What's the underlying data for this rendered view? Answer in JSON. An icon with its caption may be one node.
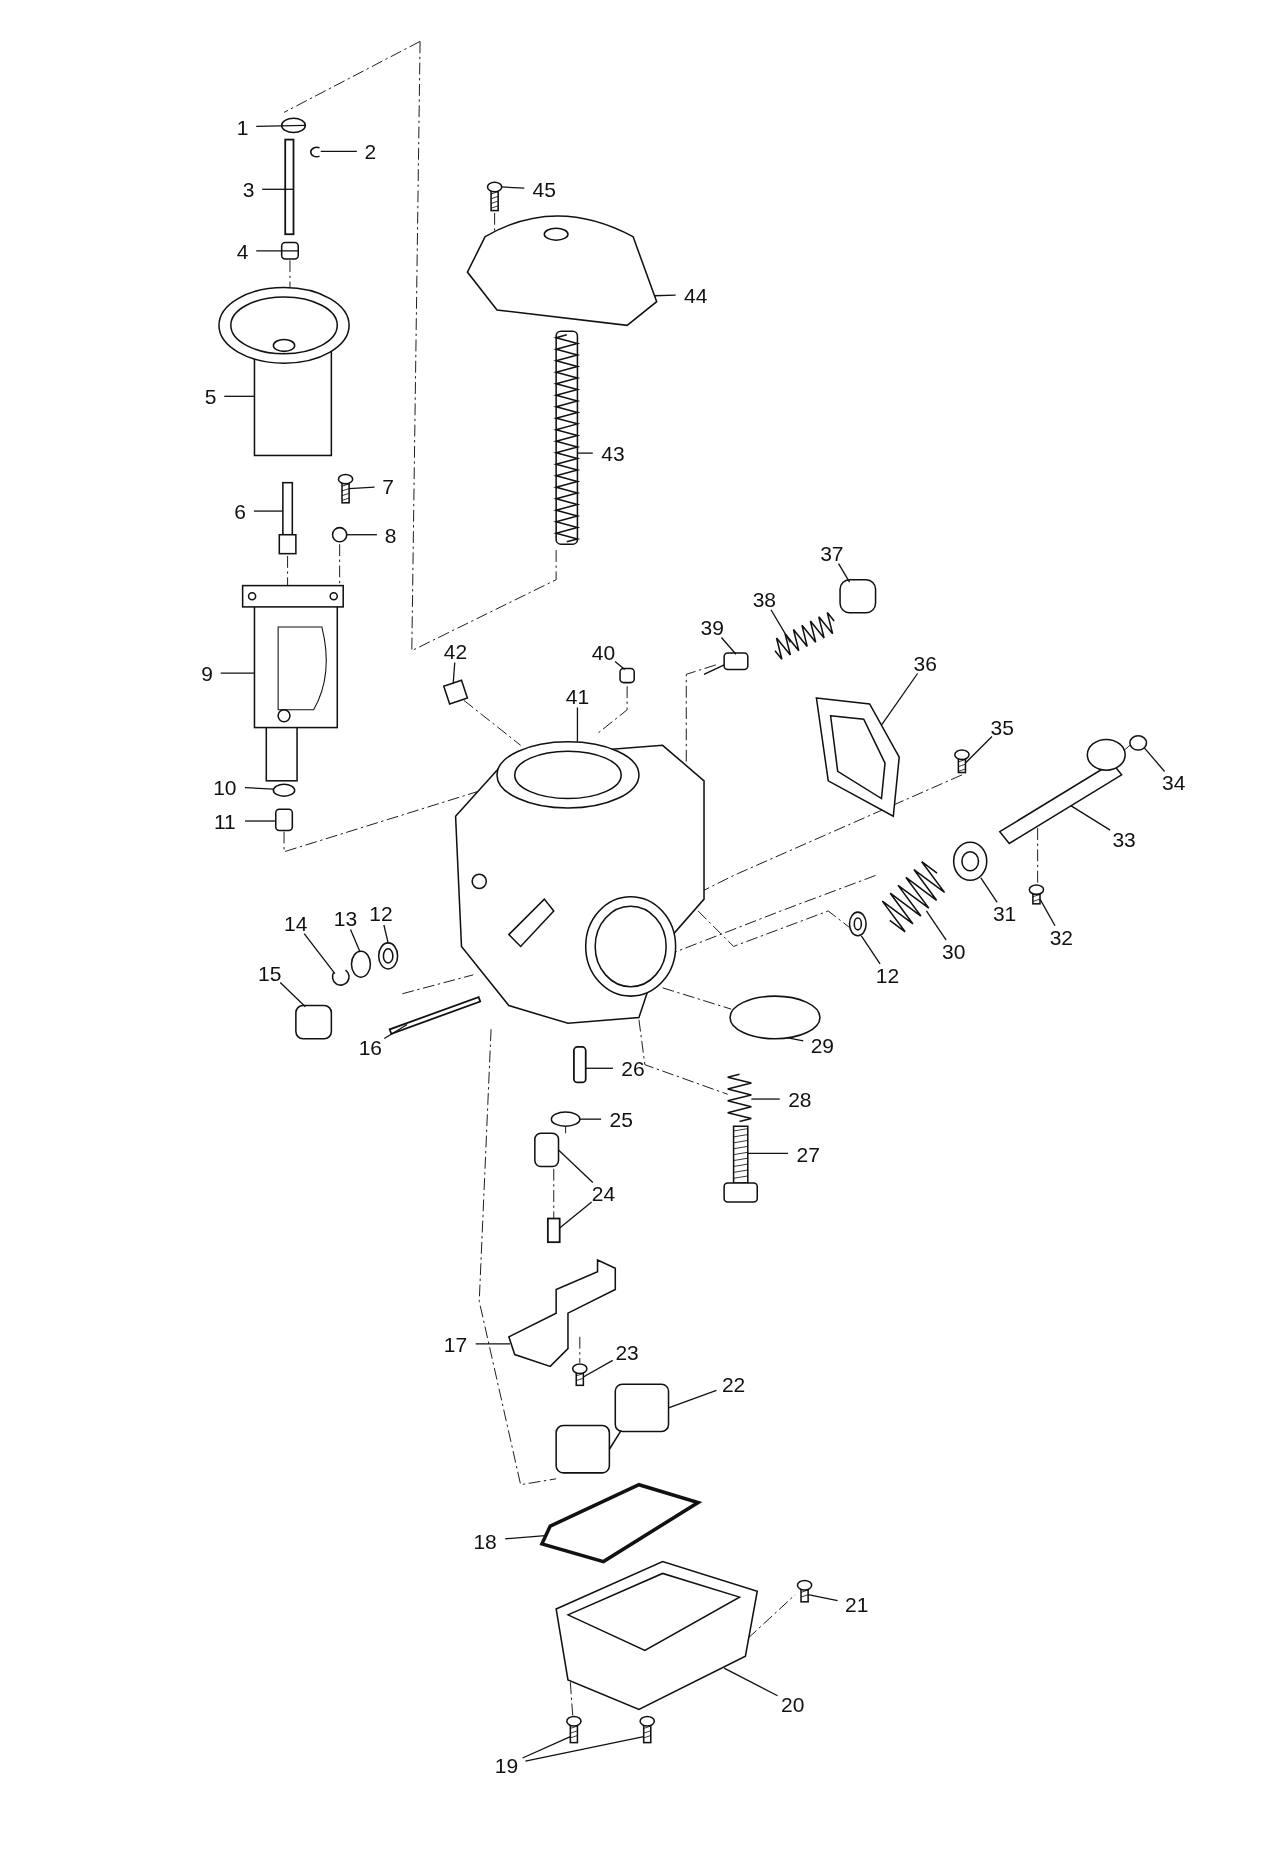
{
  "diagram": {
    "nodes": [
      {
        "text": [
          "1"
        ]
      },
      {
        "text": [
          "2"
        ]
      },
      {
        "text": [
          "3"
        ]
      },
      {
        "text": [
          "4"
        ]
      },
      {
        "text": [
          "5"
        ]
      },
      {
        "text": [
          "6"
        ]
      },
      {
        "text": [
          "7"
        ]
      },
      {
        "text": [
          "8"
        ]
      },
      {
        "text": [
          "9"
        ]
      },
      {
        "text": [
          "10"
        ]
      },
      {
        "text": [
          "11"
        ]
      },
      {
        "text": [
          "12"
        ]
      },
      {
        "text": [
          "12"
        ]
      },
      {
        "text": [
          "13"
        ]
      },
      {
        "text": [
          "14"
        ]
      },
      {
        "text": [
          "15"
        ]
      },
      {
        "text": [
          "16"
        ]
      },
      {
        "text": [
          "17"
        ]
      },
      {
        "text": [
          "18"
        ]
      },
      {
        "text": [
          "19"
        ]
      },
      {
        "text": [
          "20"
        ]
      },
      {
        "text": [
          "21"
        ]
      },
      {
        "text": [
          "22"
        ]
      },
      {
        "text": [
          "23"
        ]
      },
      {
        "text": [
          "24"
        ]
      },
      {
        "text": [
          "25"
        ]
      },
      {
        "text": [
          "26"
        ]
      },
      {
        "text": [
          "27"
        ]
      },
      {
        "text": [
          "28"
        ]
      },
      {
        "text": [
          "29"
        ]
      },
      {
        "text": [
          "30"
        ]
      },
      {
        "text": [
          "31"
        ]
      },
      {
        "text": [
          "32"
        ]
      },
      {
        "text": [
          "33"
        ]
      },
      {
        "text": [
          "34"
        ]
      },
      {
        "text": [
          "35"
        ]
      },
      {
        "text": [
          "36"
        ]
      },
      {
        "text": [
          "37"
        ]
      },
      {
        "text": [
          "38"
        ]
      },
      {
        "text": [
          "39"
        ]
      },
      {
        "text": [
          "40"
        ]
      },
      {
        "text": [
          "41"
        ]
      },
      {
        "text": [
          "42"
        ]
      },
      {
        "text": [
          "43"
        ]
      },
      {
        "text": [
          "44"
        ]
      },
      {
        "text": [
          "45"
        ]
      },
      {
        "text": [],
        "shape": "circle"
      },
      {
        "text": [],
        "shape": "picture"
      },
      {
        "text": [],
        "shape": "bar"
      },
      {
        "text": [],
        "shape": "box"
      },
      {
        "text": [],
        "shape": "picture"
      },
      {
        "text": [],
        "shape": "picture"
      },
      {
        "text": [],
        "shape": "picture"
      },
      {
        "text": [],
        "shape": "circle"
      },
      {
        "text": [],
        "shape": "picture"
      },
      {
        "text": [],
        "shape": "circle"
      },
      {
        "text": [],
        "shape": "box"
      },
      {
        "text": [],
        "shape": "circle"
      },
      {
        "text": [],
        "shape": "circle"
      },
      {
        "text": [],
        "shape": "circle"
      },
      {
        "text": [],
        "shape": "picture"
      },
      {
        "text": [],
        "shape": "box"
      },
      {
        "text": [],
        "shape": "bar"
      },
      {
        "text": [],
        "shape": "picture"
      },
      {
        "text": [],
        "shape": "picture"
      },
      {
        "text": [],
        "shape": "picture"
      },
      {
        "text": [],
        "shape": "picture"
      },
      {
        "text": [],
        "shape": "picture"
      },
      {
        "text": [],
        "shape": "picture"
      },
      {
        "text": [],
        "shape": "picture"
      },
      {
        "text": [],
        "shape": "picture"
      },
      {
        "text": [],
        "shape": "box"
      },
      {
        "text": [],
        "shape": "bar"
      },
      {
        "text": [],
        "shape": "circle"
      },
      {
        "text": [],
        "shape": "bar"
      },
      {
        "text": [],
        "shape": "picture"
      },
      {
        "text": [],
        "shape": "picture"
      },
      {
        "text": [],
        "shape": "circle"
      },
      {
        "text": [],
        "shape": "picture"
      },
      {
        "text": [],
        "shape": "circle"
      },
      {
        "text": [],
        "shape": "picture"
      },
      {
        "text": [],
        "shape": "picture"
      },
      {
        "text": [],
        "shape": "circle"
      },
      {
        "text": [],
        "shape": "picture"
      },
      {
        "text": [],
        "shape": "picture"
      },
      {
        "text": [],
        "shape": "box"
      },
      {
        "text": [],
        "shape": "picture"
      },
      {
        "text": [],
        "shape": "picture"
      },
      {
        "text": [],
        "shape": "box"
      },
      {
        "text": [],
        "shape": "picture"
      },
      {
        "text": [],
        "shape": "box"
      },
      {
        "text": [],
        "shape": "picture"
      },
      {
        "text": [],
        "shape": "picture"
      },
      {
        "text": [],
        "shape": "picture"
      }
    ],
    "edges": [
      {
        "from": 0,
        "to": 46,
        "arrow": "none"
      },
      {
        "from": 1,
        "to": 47,
        "arrow": "none"
      },
      {
        "from": 2,
        "to": 48,
        "arrow": "none"
      },
      {
        "from": 3,
        "to": 49,
        "arrow": "none"
      },
      {
        "from": 4,
        "to": 50,
        "arrow": "none"
      },
      {
        "from": 5,
        "to": 51,
        "arrow": "none"
      },
      {
        "from": 6,
        "to": 52,
        "arrow": "none"
      },
      {
        "from": 7,
        "to": 53,
        "arrow": "none"
      },
      {
        "from": 8,
        "to": 54,
        "arrow": "none"
      },
      {
        "from": 9,
        "to": 55,
        "arrow": "none"
      },
      {
        "from": 10,
        "to": 56,
        "arrow": "none"
      },
      {
        "from": 11,
        "to": 57,
        "arrow": "none"
      },
      {
        "from": 12,
        "to": 58,
        "arrow": "none"
      },
      {
        "from": 13,
        "to": 59,
        "arrow": "none"
      },
      {
        "from": 14,
        "to": 60,
        "arrow": "none"
      },
      {
        "from": 15,
        "to": 61,
        "arrow": "none"
      },
      {
        "from": 16,
        "to": 62,
        "arrow": "none"
      },
      {
        "from": 17,
        "to": 63,
        "arrow": "none"
      },
      {
        "from": 18,
        "to": 64,
        "arrow": "none"
      },
      {
        "from": 19,
        "to": 65,
        "arrow": "none"
      },
      {
        "from": 19,
        "to": 66,
        "arrow": "none"
      },
      {
        "from": 20,
        "to": 67,
        "arrow": "none"
      },
      {
        "from": 21,
        "to": 68,
        "arrow": "none"
      },
      {
        "from": 22,
        "to": 69,
        "arrow": "none"
      },
      {
        "from": 23,
        "to": 70,
        "arrow": "none"
      },
      {
        "from": 24,
        "to": 71,
        "arrow": "none"
      },
      {
        "from": 24,
        "to": 72,
        "arrow": "none"
      },
      {
        "from": 25,
        "to": 73,
        "arrow": "none"
      },
      {
        "from": 26,
        "to": 74,
        "arrow": "none"
      },
      {
        "from": 27,
        "to": 75,
        "arrow": "none"
      },
      {
        "from": 28,
        "to": 76,
        "arrow": "none"
      },
      {
        "from": 29,
        "to": 77,
        "arrow": "none"
      },
      {
        "from": 30,
        "to": 78,
        "arrow": "none"
      },
      {
        "from": 31,
        "to": 79,
        "arrow": "none"
      },
      {
        "from": 32,
        "to": 80,
        "arrow": "none"
      },
      {
        "from": 33,
        "to": 81,
        "arrow": "none"
      },
      {
        "from": 34,
        "to": 82,
        "arrow": "none"
      },
      {
        "from": 35,
        "to": 83,
        "arrow": "none"
      },
      {
        "from": 36,
        "to": 84,
        "arrow": "none"
      },
      {
        "from": 37,
        "to": 85,
        "arrow": "none"
      },
      {
        "from": 38,
        "to": 86,
        "arrow": "none"
      },
      {
        "from": 39,
        "to": 87,
        "arrow": "none"
      },
      {
        "from": 40,
        "to": 88,
        "arrow": "none"
      },
      {
        "from": 41,
        "to": 89,
        "arrow": "none"
      },
      {
        "from": 42,
        "to": 90,
        "arrow": "none"
      },
      {
        "from": 43,
        "to": 91,
        "arrow": "none"
      },
      {
        "from": 44,
        "to": 92,
        "arrow": "none"
      },
      {
        "from": 45,
        "to": 93,
        "arrow": "none"
      }
    ]
  }
}
